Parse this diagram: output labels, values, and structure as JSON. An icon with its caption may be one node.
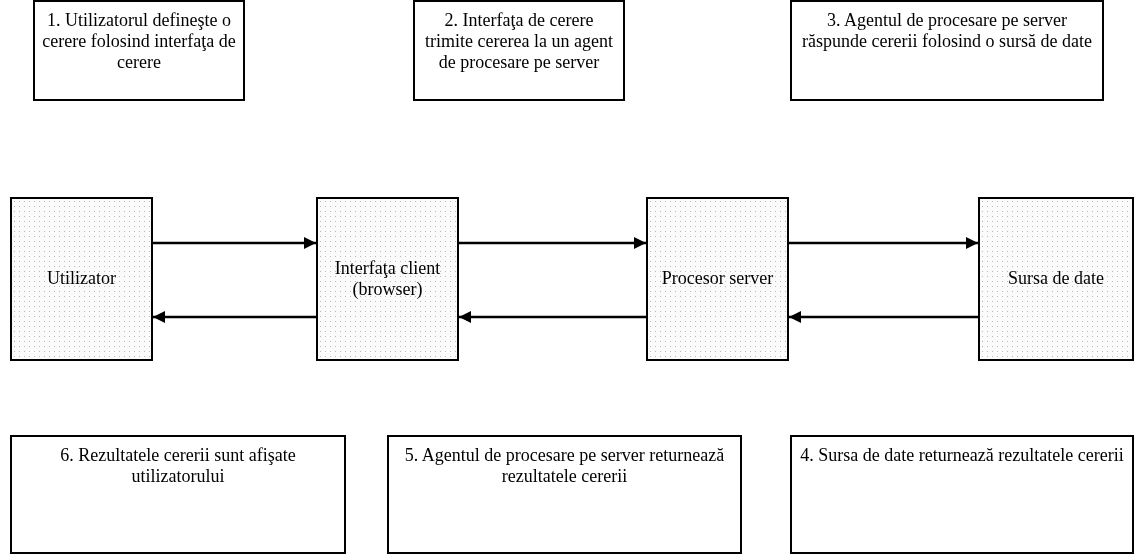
{
  "diagram": {
    "nodes": [
      {
        "text": [
          "1. Utilizatorul defineşte o cerere folosind interfaţa de cerere"
        ]
      },
      {
        "text": [
          "2. Interfaţa de cerere trimite cererea la un agent de procesare pe server"
        ]
      },
      {
        "text": [
          "3. Agentul de procesare pe server răspunde cererii folosind o sursă de date"
        ]
      },
      {
        "text": [
          "Utilizator"
        ]
      },
      {
        "text": [
          "Interfaţa client (browser)"
        ]
      },
      {
        "text": [
          "Procesor server"
        ]
      },
      {
        "text": [
          "Sursa de date"
        ]
      },
      {
        "text": [
          "6. Rezultatele cererii sunt afişate utilizatorului"
        ]
      },
      {
        "text": [
          "5. Agentul de procesare pe server returnează rezultatele cererii"
        ]
      },
      {
        "text": [
          "4. Sursa de date returnează rezultatele cererii"
        ]
      }
    ],
    "edges": [
      {
        "from": 3,
        "to": 4,
        "arrow": "to"
      },
      {
        "from": 4,
        "to": 3,
        "arrow": "to"
      },
      {
        "from": 4,
        "to": 5,
        "arrow": "to"
      },
      {
        "from": 5,
        "to": 4,
        "arrow": "to"
      },
      {
        "from": 5,
        "to": 6,
        "arrow": "to"
      },
      {
        "from": 6,
        "to": 5,
        "arrow": "to"
      }
    ]
  }
}
